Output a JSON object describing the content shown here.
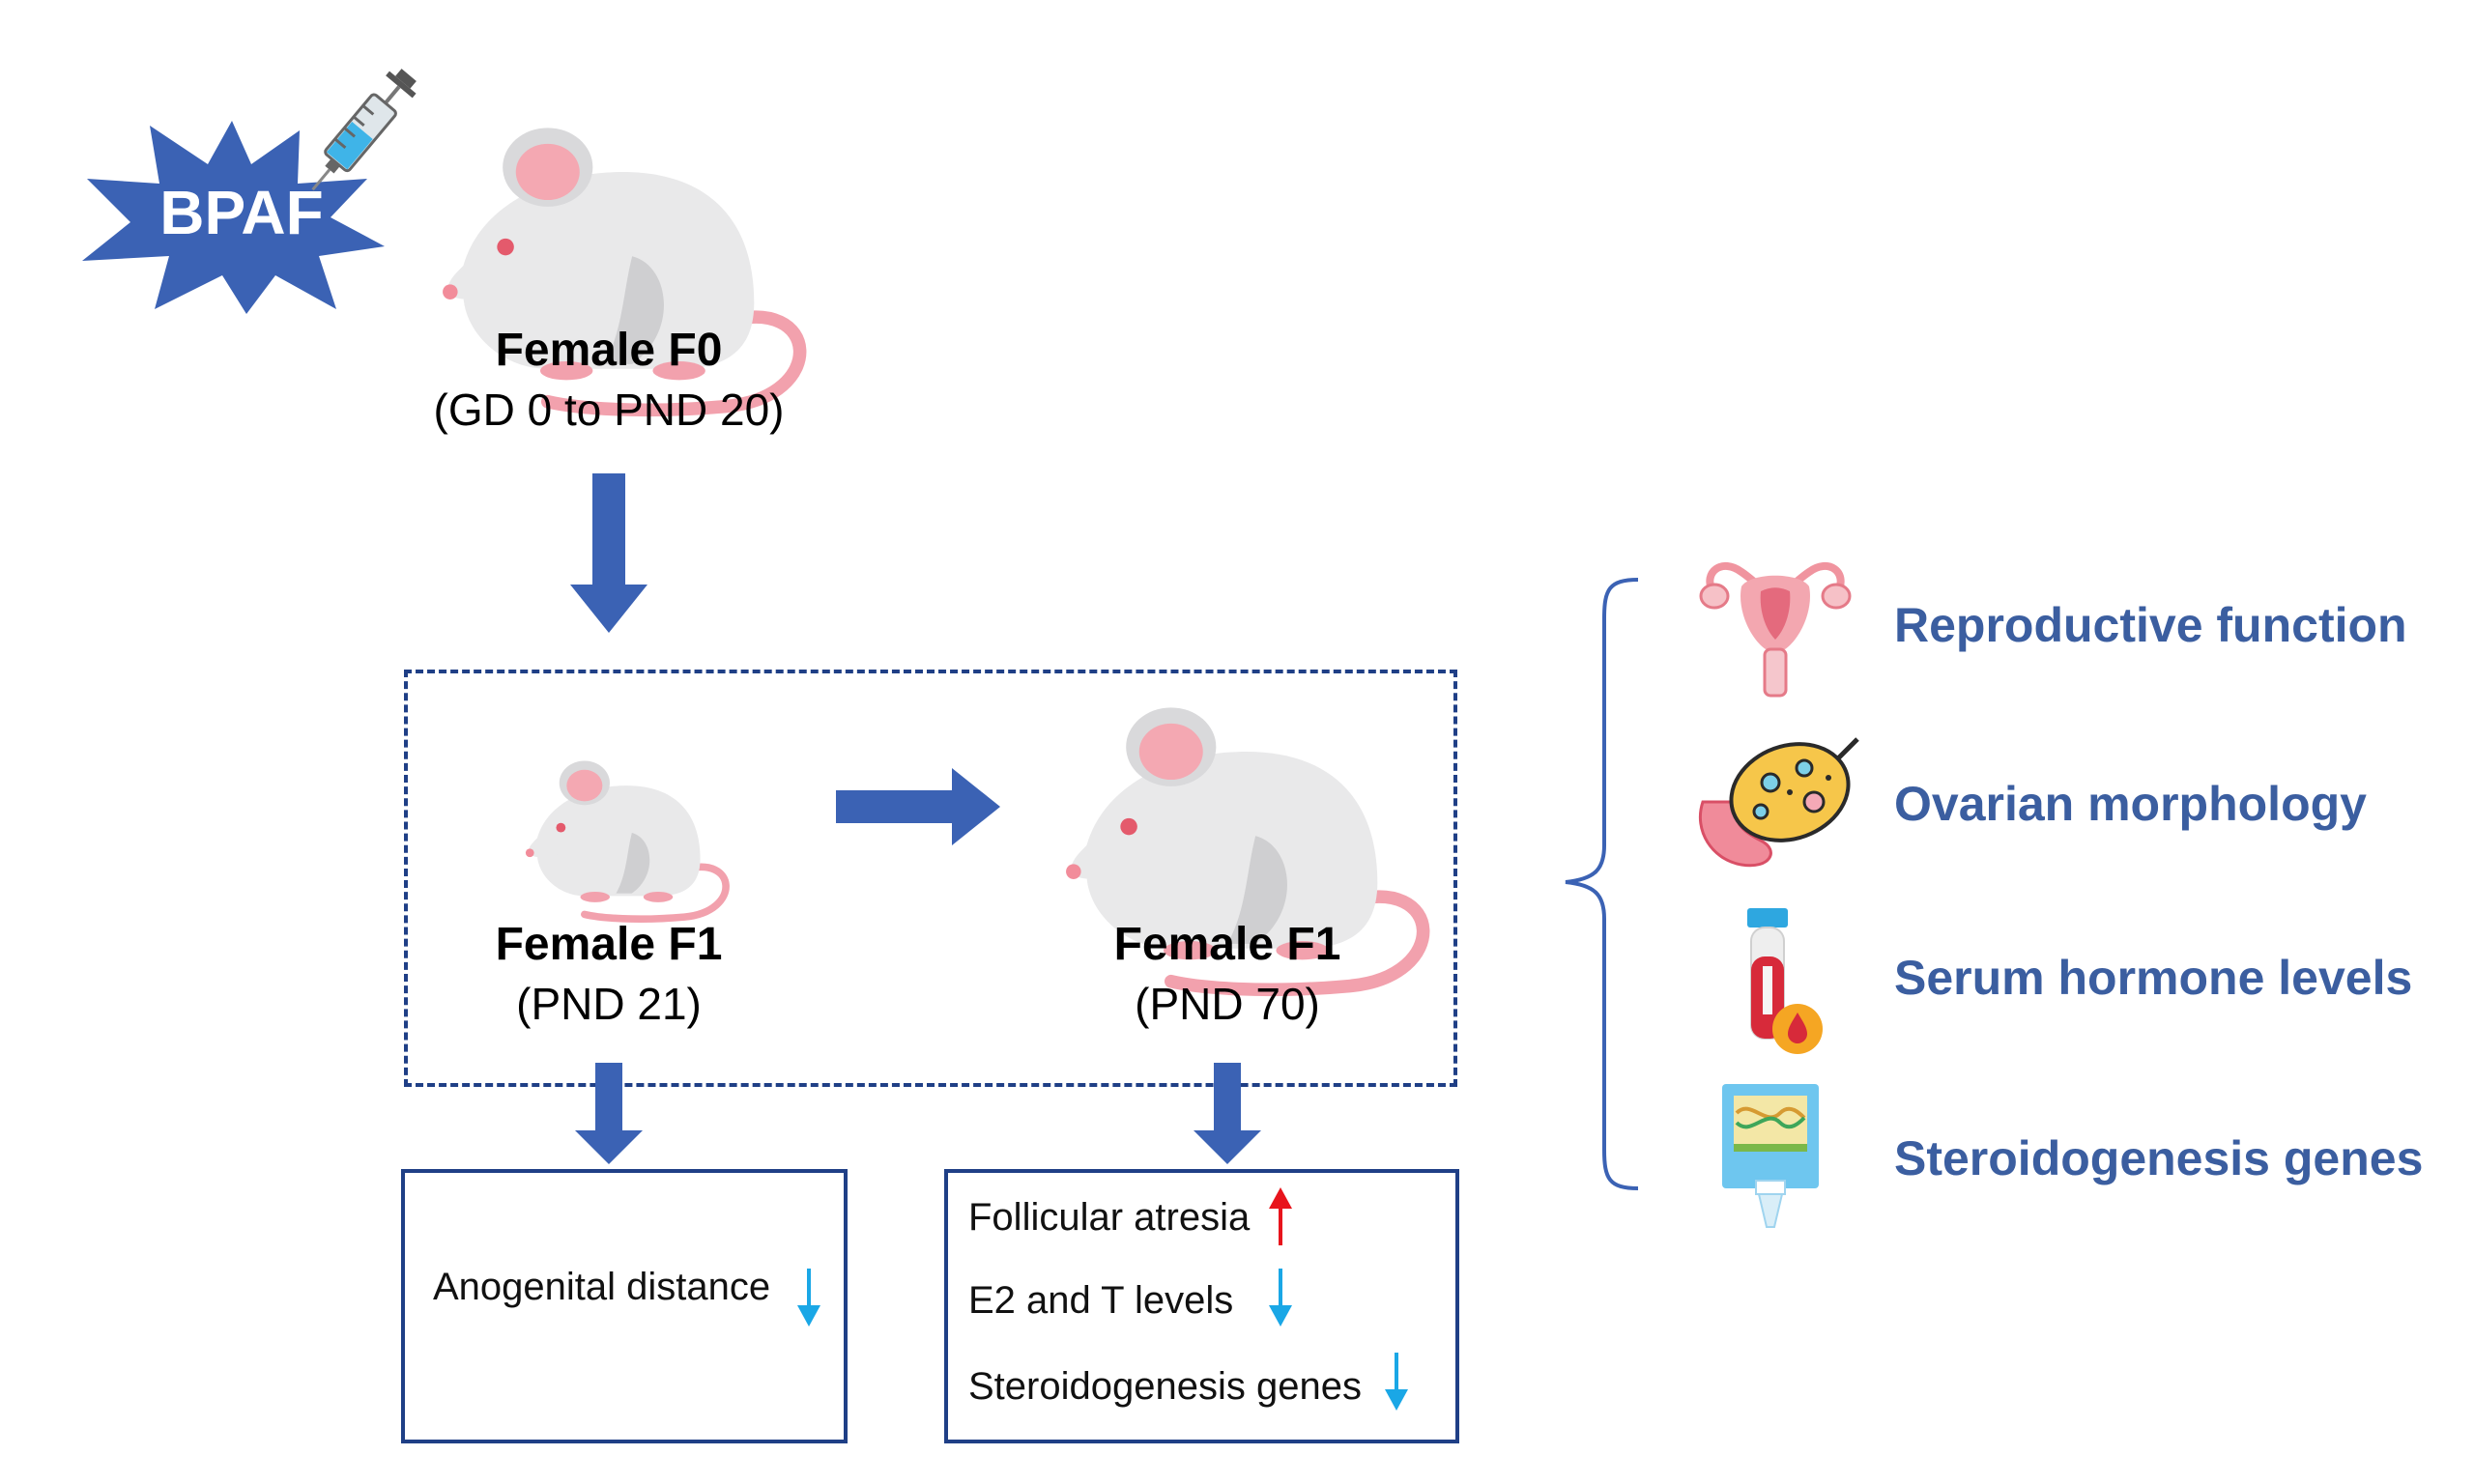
{
  "exposure": {
    "badge_label": "BPAF",
    "icon": "syringe-icon"
  },
  "f0": {
    "title": "Female F0",
    "period": "(GD 0 to PND 20)"
  },
  "f1_early": {
    "title": "Female F1",
    "period": "(PND 21)"
  },
  "f1_late": {
    "title": "Female F1",
    "period": "(PND 70)"
  },
  "outcomes_early": [
    {
      "text": "Anogenital distance",
      "direction": "down"
    }
  ],
  "outcomes_late": [
    {
      "text": "Follicular atresia",
      "direction": "up"
    },
    {
      "text": "E2 and T levels",
      "direction": "down"
    },
    {
      "text": "Steroidogenesis genes",
      "direction": "down"
    }
  ],
  "endpoints": [
    {
      "label": "Reproductive function",
      "icon": "uterus-icon"
    },
    {
      "label": "Ovarian morphology",
      "icon": "ovary-icon"
    },
    {
      "label": "Serum hormone levels",
      "icon": "blood-tube-icon"
    },
    {
      "label": "Steroidogenesis genes",
      "icon": "dna-test-icon"
    }
  ],
  "colors": {
    "flow_arrow": "#3b62b4",
    "badge": "#3b62b4",
    "box_border": "#1f3f86",
    "endpoint_text": "#3b5ea0",
    "arrow_up": "#e8141c",
    "arrow_down": "#1aa7e6"
  }
}
